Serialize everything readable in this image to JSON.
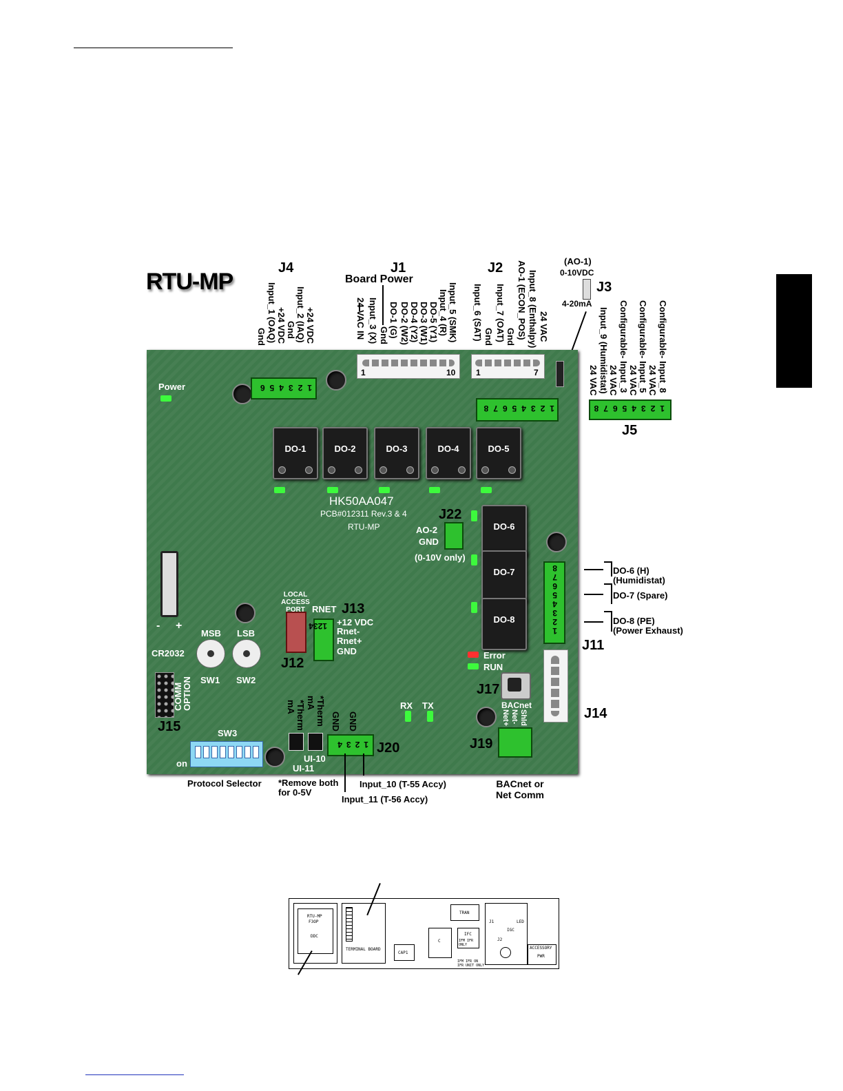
{
  "title": "RTU-MP",
  "j4": {
    "label": "J4",
    "pins": [
      "+24 VDC",
      "Input_2 (IAQ)",
      "Gnd",
      "+24 VDC",
      "Input_1 (OAQ)",
      "Gnd"
    ],
    "pinnums": "123456"
  },
  "j1": {
    "label": "J1",
    "sub": "Board Power",
    "pins": [
      "Input_5 (SMK)",
      "Input_4 (R)",
      "DO-5 (Y1)",
      "DO-3 (W1)",
      "DO-4 (Y2)",
      "DO-2 (W2)",
      "DO-1 (G)",
      "Gnd",
      "Input_3 (X)",
      "24 VAC IN"
    ],
    "first": "1",
    "last": "10"
  },
  "j2": {
    "label": "J2",
    "pins": [
      "24 VAC",
      "Input_8 (Enthalpy)",
      "AO-1 (ECON_POS)",
      "Gnd",
      "Input_7 (OAT)",
      "Gnd",
      "Input_6 (SAT)"
    ],
    "first": "1",
    "last": "7"
  },
  "j3": {
    "label": "J3",
    "ao": "(AO-1)",
    "v": "0-10VDC",
    "ma": "4-20mA"
  },
  "j5": {
    "label": "J5",
    "pins": [
      "Configurable- Input_8",
      "24 VAC",
      "Configurable- Input_5",
      "24 VAC",
      "Configurable- Input_3",
      "24 VAC",
      "Input_9 (Humidistat)",
      "24 VAC"
    ],
    "pinnums": "12345678"
  },
  "j2b_pinnums": "12345678",
  "power": "Power",
  "relays": [
    "DO-1",
    "DO-2",
    "DO-3",
    "DO-4",
    "DO-5",
    "DO-6",
    "DO-7",
    "DO-8"
  ],
  "board": {
    "part": "HK50AA047",
    "pcb": "PCB#012311 Rev.3 & 4",
    "name": "RTU-MP"
  },
  "j22": {
    "label": "J22",
    "ao2": "AO-2",
    "gnd": "GND",
    "note": "(0-10V only)"
  },
  "battery": {
    "label": "CR2032",
    "minus": "-",
    "plus": "+"
  },
  "msb": "MSB",
  "lsb": "LSB",
  "sw1": "SW1",
  "sw2": "SW2",
  "local": "LOCAL ACCESS PORT",
  "j12": "J12",
  "j13": {
    "label": "J13",
    "rnet": "RNET",
    "pins": [
      "+12 VDC",
      "Rnet-",
      "Rnet+",
      "GND"
    ],
    "pinnums": "1234"
  },
  "j11": {
    "label": "J11",
    "pinnums": "12345678"
  },
  "outputs": [
    {
      "name": "DO-6 (H)",
      "sub": "(Humidistat)"
    },
    {
      "name": "DO-7 (Spare)",
      "sub": ""
    },
    {
      "name": "DO-8 (PE)",
      "sub": "(Power Exhaust)"
    }
  ],
  "error": "Error",
  "run": "RUN",
  "j17": "J17",
  "j14": "J14",
  "j15": "J15",
  "comm": "COMM OPTION",
  "sw3": "SW3",
  "on": "on",
  "therm1": "*Therm mA",
  "therm2": "*Therm mA",
  "gnd": "GND",
  "rx": "RX",
  "tx": "TX",
  "j20": {
    "label": "J20",
    "pinnums": "1234"
  },
  "ui10": "UI-10",
  "ui11": "UI-11",
  "bacnet": "BACnet",
  "netpins": [
    "Net+",
    "Net-",
    "Shld"
  ],
  "j19": "J19",
  "protocol": "Protocol Selector",
  "remove": "*Remove both for 0-5V",
  "input10": "Input_10 (T-55 Accy)",
  "input11": "Input_11 (T-56 Accy)",
  "bacnetcomm": "BACnet or Net Comm",
  "panel": {
    "rtu": "RTU-MP",
    "f3op": "F3OP",
    "ddc": "DDC",
    "terminal": "TERMINAL BOARD",
    "cap1": "CAP1",
    "c": "C",
    "tran": "TRAN",
    "ifc": "IFC",
    "ifcnote": "IFM IFR ONLY",
    "j1": "J1",
    "j2": "J2",
    "led": "LED",
    "igc": "IGC",
    "bottom": "IFM IFR ON IFR UNIT ONLY",
    "accessory": "ACCESSORY",
    "pwr": "PWR"
  }
}
